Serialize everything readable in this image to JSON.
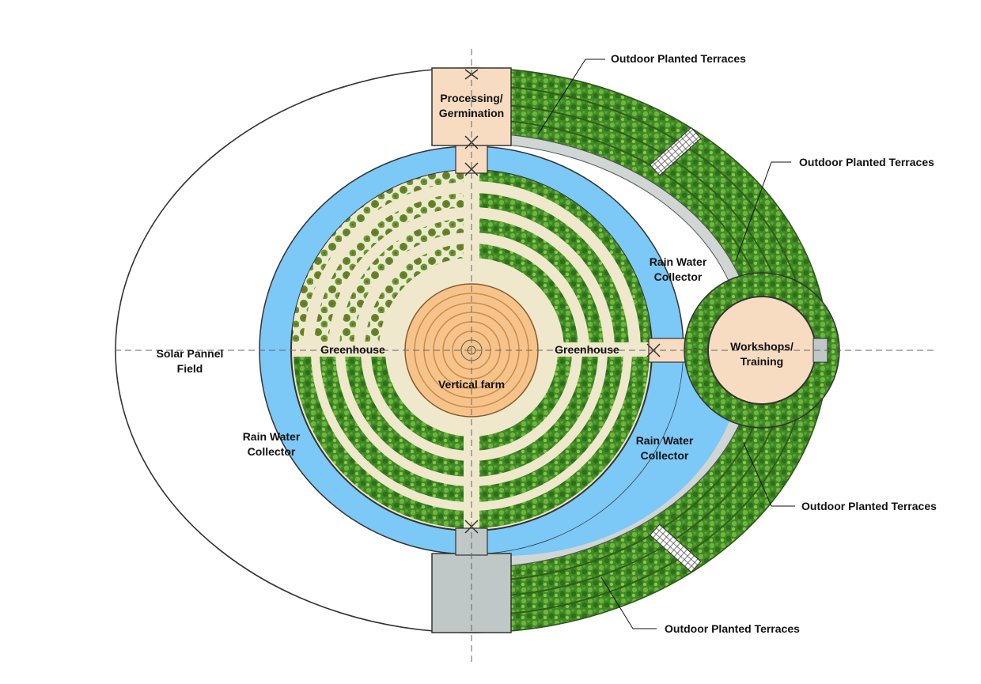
{
  "labels": {
    "outdoor_top": "Outdoor Planted Terraces",
    "outdoor_right_upper": "Outdoor Planted Terraces",
    "outdoor_right_lower": "Outdoor Planted Terraces",
    "outdoor_bottom": "Outdoor Planted Terraces",
    "processing_line1": "Processing/",
    "processing_line2": "Germination",
    "rain_upper_line1": "Rain Water",
    "rain_upper_line2": "Collector",
    "rain_left_line1": "Rain Water",
    "rain_left_line2": "Collector",
    "rain_lower_line1": "Rain Water",
    "rain_lower_line2": "Collector",
    "solar_line1": "Solar Pannel",
    "solar_line2": "Field",
    "greenhouse_left": "Greenhouse",
    "greenhouse_right": "Greenhouse",
    "vertical_farm": "Vertical farm",
    "workshops_line1": "Workshops/",
    "workshops_line2": "Training"
  },
  "colors": {
    "water": "#7cc8f6",
    "vertical_farm": "#f6c48a",
    "building": "#f7dcc2",
    "walkway": "#bfc8c6",
    "greenhouse_path": "#efe8cc",
    "terrace_green": "#4f9a2e"
  }
}
